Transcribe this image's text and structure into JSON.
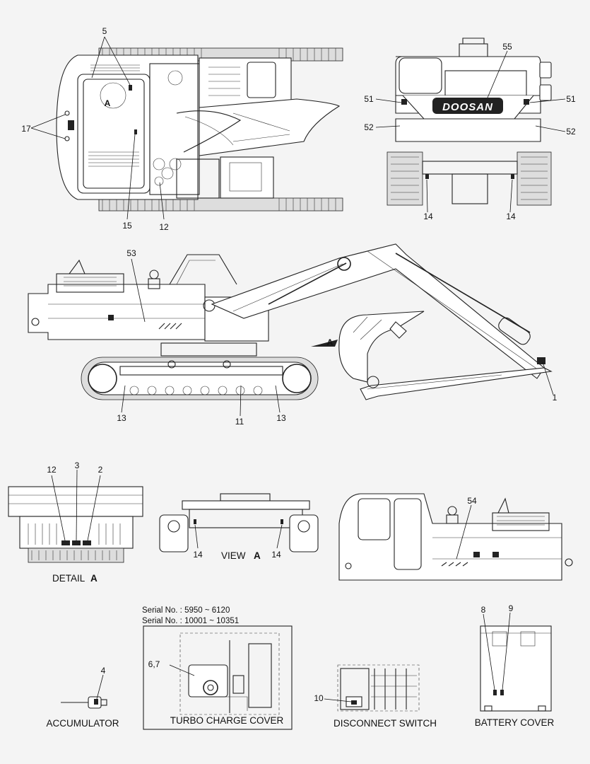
{
  "callouts": {
    "c5": "5",
    "cA_top": "A",
    "c17": "17",
    "c15": "15",
    "c12_top": "12",
    "c55": "55",
    "c51_l": "51",
    "c51_r": "51",
    "c52_l": "52",
    "c52_r": "52",
    "c14_rl": "14",
    "c14_rr": "14",
    "c53": "53",
    "c1": "1",
    "c13_l": "13",
    "c11": "11",
    "c13_r": "13",
    "cA_arrow": "A",
    "c12_det": "12",
    "c3": "3",
    "c2": "2",
    "c14_vl": "14",
    "c14_vr": "14",
    "c54": "54",
    "c4": "4",
    "c67": "6,7",
    "c10": "10",
    "c8": "8",
    "c9": "9"
  },
  "brand": "DOOSAN",
  "captions": {
    "detail_a": "DETAIL",
    "detail_a_letter": "A",
    "view_a": "VIEW",
    "view_a_letter": "A",
    "accumulator": "ACCUMULATOR",
    "turbo": "TURBO CHARGE COVER",
    "disconnect": "DISCONNECT SWITCH",
    "battery": "BATTERY COVER"
  },
  "serials": {
    "line1": "Serial No. : 5950 ~ 6120",
    "line2": "Serial No. : 10001 ~ 10351"
  },
  "colors": {
    "line": "#222222",
    "paper": "#f4f4f4"
  }
}
